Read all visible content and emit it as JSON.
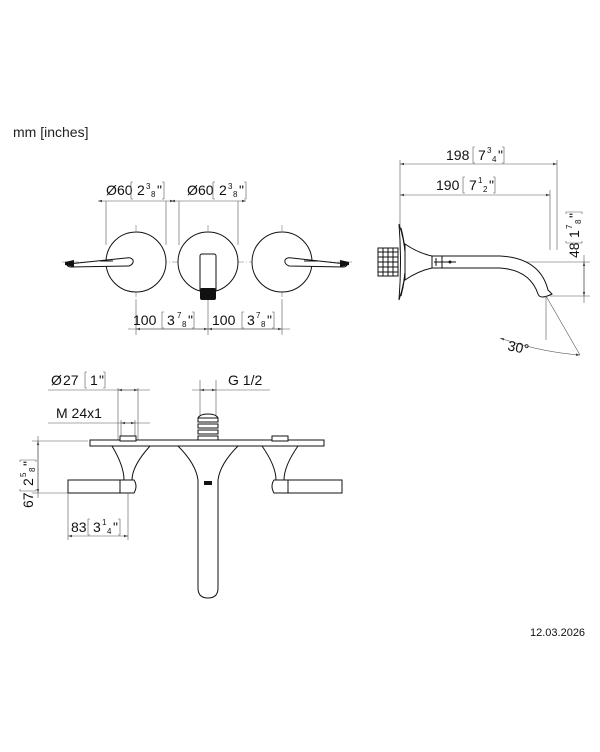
{
  "units_label": "mm [inches]",
  "date": "12.03.2026",
  "front_view": {
    "d1": {
      "prefix": "Ø",
      "value": "60",
      "bracket": "2",
      "frac_n": "3",
      "frac_d": "8",
      "suffix": "\""
    },
    "d2": {
      "prefix": "Ø",
      "value": "60",
      "bracket": "2",
      "frac_n": "3",
      "frac_d": "8",
      "suffix": "\""
    },
    "span1": {
      "value": "100",
      "bracket": "3",
      "frac_n": "7",
      "frac_d": "8",
      "suffix": "\""
    },
    "span2": {
      "value": "100",
      "bracket": "3",
      "frac_n": "7",
      "frac_d": "8",
      "suffix": "\""
    }
  },
  "side_view": {
    "length_total": {
      "value": "198",
      "bracket": "7",
      "frac_n": "3",
      "frac_d": "4",
      "suffix": "\""
    },
    "length_spout": {
      "value": "190",
      "bracket": "7",
      "frac_n": "1",
      "frac_d": "2",
      "suffix": "\""
    },
    "height": {
      "value": "48",
      "bracket": "1",
      "frac_n": "7",
      "frac_d": "8",
      "suffix": "\""
    },
    "angle": "30°"
  },
  "top_view": {
    "d27": {
      "prefix": "Ø",
      "value": "27",
      "bracket": "1",
      "suffix": "\""
    },
    "thread_label": "M 24x1",
    "thread_g": "G 1/2",
    "h67": {
      "value": "67",
      "bracket": "2",
      "frac_n": "5",
      "frac_d": "8",
      "suffix": "\""
    },
    "w83": {
      "value": "83",
      "bracket": "3",
      "frac_n": "1",
      "frac_d": "4",
      "suffix": "\""
    }
  }
}
